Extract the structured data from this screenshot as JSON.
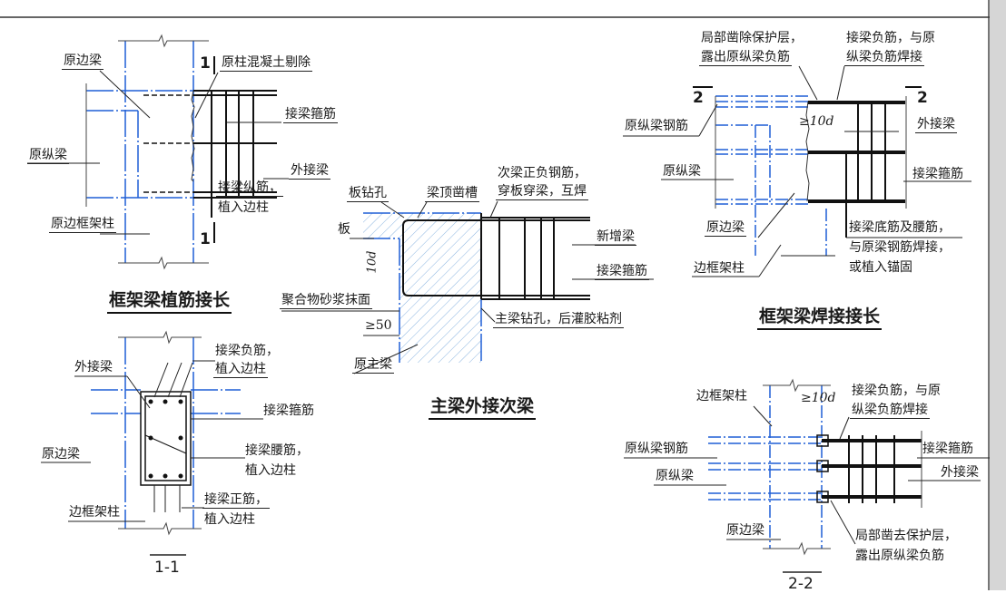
{
  "colors": {
    "rebar": "#111111",
    "outline": "#1f5fd6",
    "hatch": "#6aa0d8"
  },
  "d1": {
    "title": "框架梁植筋接长",
    "yuan_bian_liang": "原边梁",
    "section_mark_top": "1",
    "section_mark_bottom": "1",
    "tichu": "原柱混凝土剔除",
    "gujin": "接梁箍筋",
    "yuan_zong_liang": "原纵梁",
    "wai_jie_liang": "外接梁",
    "zongjin_1": "接梁纵筋，",
    "zongjin_2": "植入边柱",
    "yuan_bian_kuangjiazhu": "原边框架柱"
  },
  "d2": {
    "title": "主梁外接次梁",
    "ban_zuankong": "板钻孔",
    "liangding_zaocao": "梁顶凿槽",
    "ciliang_1": "次梁正负钢筋，",
    "ciliang_2": "穿板穿梁，互焊",
    "ban": "板",
    "ten_d": "10d",
    "xinzeng_liang": "新增梁",
    "gujin": "接梁箍筋",
    "shajiang": "聚合物砂浆抹面",
    "ge50": "≥50",
    "zhuliang_zuankong": "主梁钻孔，后灌胶粘剂",
    "yuan_zhu_liang": "原主梁"
  },
  "d3": {
    "title": "框架梁焊接接长",
    "zaochu_1": "局部凿除保护层，",
    "zaochu_2": "露出原纵梁负筋",
    "fujin_1": "接梁负筋，与原",
    "fujin_2": "纵梁负筋焊接",
    "section_mark_left": "2",
    "section_mark_right": "2",
    "yuan_zongliang_gangjin": "原纵梁钢筋",
    "ge10d": "≥10d",
    "wai_jie_liang": "外接梁",
    "yuan_zong_liang": "原纵梁",
    "gujin": "接梁箍筋",
    "yuan_bian_liang": "原边梁",
    "dijin_1": "接梁底筋及腰筋，",
    "dijin_2": "与原梁钢筋焊接，",
    "dijin_3": "或植入锚固",
    "bian_kuangjiazhu": "边框架柱"
  },
  "s1": {
    "title": "1-1",
    "wai_jie_liang": "外接梁",
    "fujin_1": "接梁负筋，",
    "fujin_2": "植入边柱",
    "gujin": "接梁箍筋",
    "yuan_bian_liang": "原边梁",
    "yaojin_1": "接梁腰筋，",
    "yaojin_2": "植入边柱",
    "bian_kuangjiazhu": "边框架柱",
    "zhengjin_1": "接梁正筋，",
    "zhengjin_2": "植入边柱"
  },
  "s2": {
    "title": "2-2",
    "bian_kuangjiazhu": "边框架柱",
    "ge10d": "≥10d",
    "fujin_1": "接梁负筋，与原",
    "fujin_2": "纵梁负筋焊接",
    "yuan_zongliang_gangjin": "原纵梁钢筋",
    "gujin": "接梁箍筋",
    "yuan_zong_liang": "原纵梁",
    "wai_jie_liang": "外接梁",
    "yuan_bian_liang": "原边梁",
    "zaoqu_1": "局部凿去保护层，",
    "zaoqu_2": "露出原纵梁负筋"
  }
}
